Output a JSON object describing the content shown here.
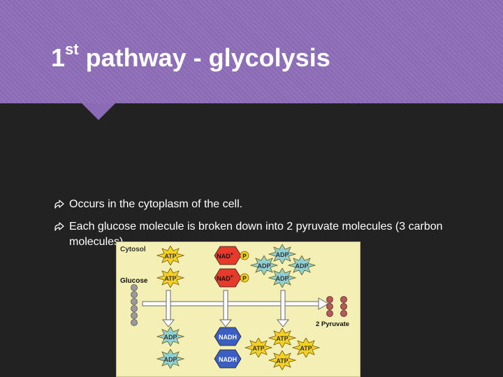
{
  "slide": {
    "title": {
      "number": "1",
      "suffix": "st",
      "text": " pathway - glycolysis"
    },
    "bullets": [
      "Occurs in the cytoplasm of the cell.",
      "Each glucose molecule is broken down into 2 pyruvate molecules (3 carbon molecules)"
    ],
    "colors": {
      "header": "#8b6bb5",
      "background": "#222222",
      "text": "#ffffff",
      "figure_bg": "#f4efb4",
      "atp_star": "#f5d020",
      "adp_star": "#8fd0d4",
      "nad_plus": "#e63a2a",
      "nadh": "#3b5fc0",
      "phosphate": "#f5d020"
    }
  },
  "diagram": {
    "region_label": "Cytosol",
    "glucose_label": "Glucose",
    "pyruvate_label": "2 Pyruvate",
    "atp": "ATP",
    "adp": "ADP",
    "nad_plus": "NAD",
    "nad_plus_sup": "+",
    "nadh": "NADH",
    "phosphate": "P"
  }
}
